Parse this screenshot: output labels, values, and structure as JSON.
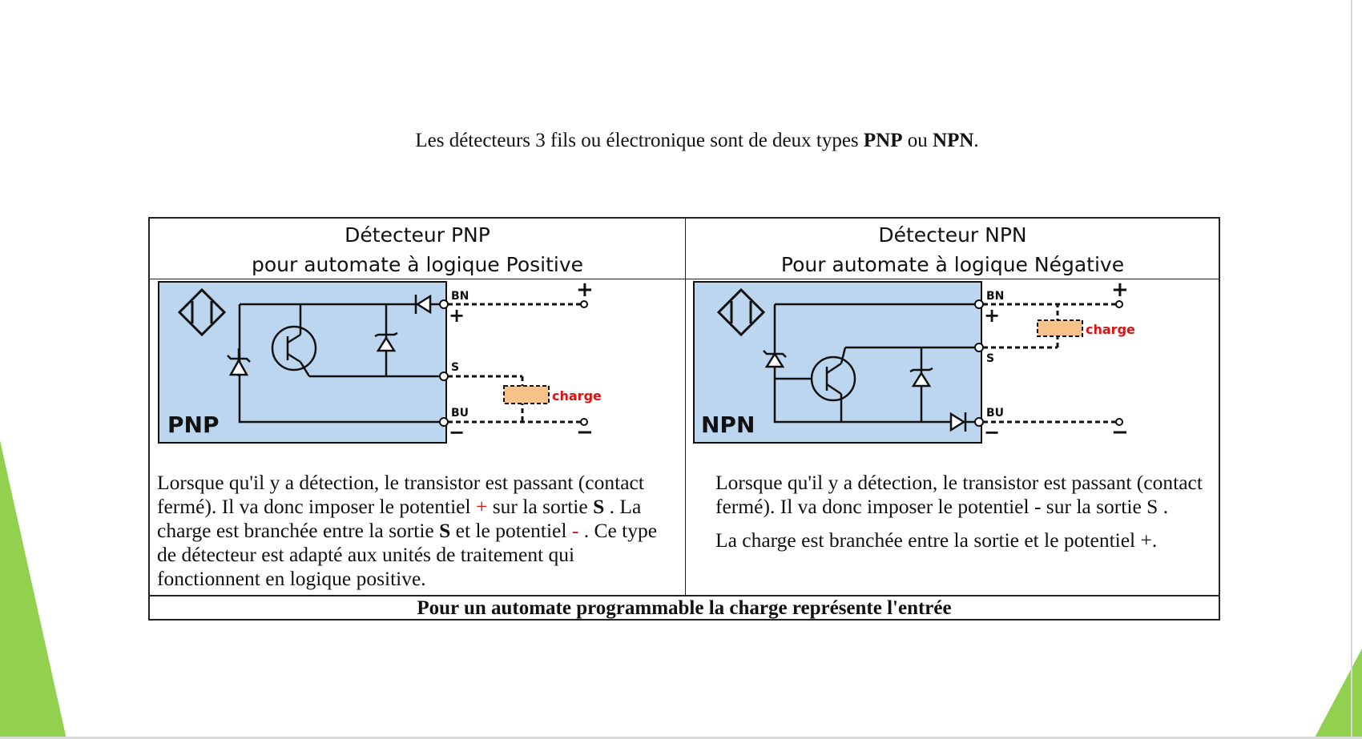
{
  "intro": {
    "before": "Les détecteurs 3 fils ou électronique sont de deux types ",
    "pnp": "PNP",
    "mid": " ou ",
    "npn": "NPN",
    "after": "."
  },
  "table": {
    "pnp": {
      "heading_line1": "Détecteur PNP",
      "heading_line2": "pour automate à logique Positive",
      "diagram": {
        "box_label": "PNP",
        "terminal_bn": "BN",
        "terminal_s": "S",
        "terminal_bu": "BU",
        "plus_top": "+",
        "plus_inner": "+",
        "minus_bottom": "−",
        "minus_inner": "−",
        "load_label": "charge"
      },
      "text": {
        "part1": "Lorsque qu'il y a détection, le transistor est passant (contact fermé). Il va donc imposer le potentiel ",
        "plus": "+",
        "part2": " sur la sortie ",
        "s1": "S",
        "part3": " . La charge est branchée entre la sortie ",
        "s2": "S",
        "part4": " et le potentiel ",
        "minus": "-",
        "part5": " . Ce type de détecteur est adapté aux unités de traitement qui fonctionnent en logique positive."
      }
    },
    "npn": {
      "heading_line1": "Détecteur NPN",
      "heading_line2": "Pour automate à logique Négative",
      "diagram": {
        "box_label": "NPN",
        "terminal_bn": "BN",
        "terminal_s": "S",
        "terminal_bu": "BU",
        "plus_top": "+",
        "plus_inner": "+",
        "minus_bottom": "−",
        "minus_inner": "−",
        "load_label": "charge"
      },
      "text": {
        "paragraph1": "Lorsque qu'il y a détection, le transistor est passant (contact fermé). Il va donc imposer le potentiel - sur la sortie S .",
        "paragraph2": "La charge est branchée entre la sortie et le potentiel +."
      }
    },
    "footer": "Pour un automate programmable la charge représente l'entrée"
  },
  "colors": {
    "accent_green": "#92d050",
    "diagram_bg": "#bcd6f0",
    "load_fill": "#f7c28a",
    "load_text": "#e01010"
  }
}
